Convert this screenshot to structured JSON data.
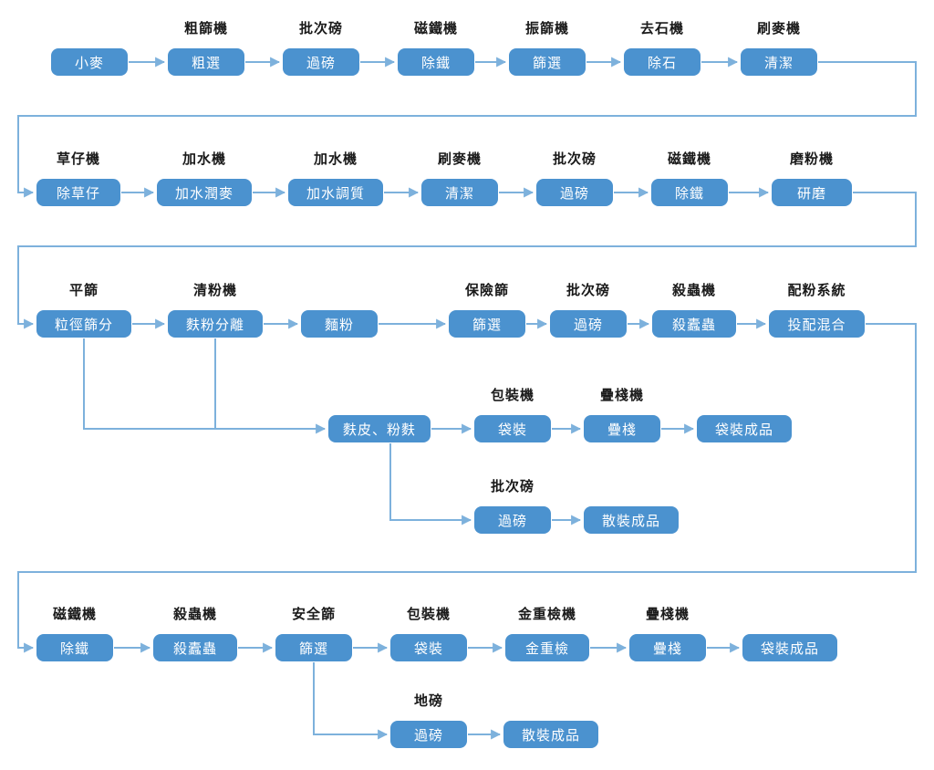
{
  "colors": {
    "box-bg": "#4b92cf",
    "box-text": "#ffffff",
    "label-text": "#1a1a1a",
    "arrow": "#7db1dc",
    "page-bg": "#ffffff"
  },
  "flow": {
    "row1": {
      "wheat": {
        "box": "小麥"
      },
      "coarse_sieve": {
        "machine": "粗篩機",
        "box": "粗選"
      },
      "batch_scale": {
        "machine": "批次磅",
        "box": "過磅"
      },
      "magnet": {
        "machine": "磁鐵機",
        "box": "除鐵"
      },
      "vibrating_sieve": {
        "machine": "振篩機",
        "box": "篩選"
      },
      "destoner": {
        "machine": "去石機",
        "box": "除石"
      },
      "wheat_brush": {
        "machine": "刷麥機",
        "box": "清潔"
      }
    },
    "row2": {
      "seed_separator": {
        "machine": "草仔機",
        "box": "除草仔"
      },
      "dampener1": {
        "machine": "加水機",
        "box": "加水潤麥"
      },
      "dampener2": {
        "machine": "加水機",
        "box": "加水調質"
      },
      "wheat_brush": {
        "machine": "刷麥機",
        "box": "清潔"
      },
      "batch_scale": {
        "machine": "批次磅",
        "box": "過磅"
      },
      "magnet": {
        "machine": "磁鐵機",
        "box": "除鐵"
      },
      "mill": {
        "machine": "磨粉機",
        "box": "研磨"
      }
    },
    "row3": {
      "plansifter": {
        "machine": "平篩",
        "box": "粒徑篩分"
      },
      "purifier": {
        "machine": "清粉機",
        "box": "麩粉分離"
      },
      "flour": {
        "box": "麵粉"
      },
      "insurance_sieve": {
        "machine": "保險篩",
        "box": "篩選"
      },
      "batch_scale": {
        "machine": "批次磅",
        "box": "過磅"
      },
      "insect_killer": {
        "machine": "殺蟲機",
        "box": "殺蠹蟲"
      },
      "blending_system": {
        "machine": "配粉系統",
        "box": "投配混合"
      }
    },
    "bran_branch": {
      "bran": {
        "box": "麩皮、粉麩"
      },
      "packer": {
        "machine": "包裝機",
        "box": "袋裝"
      },
      "stacker": {
        "machine": "疊棧機",
        "box": "疊棧"
      },
      "bagged_product": {
        "box": "袋裝成品"
      }
    },
    "bran_bulk_branch": {
      "batch_scale": {
        "machine": "批次磅",
        "box": "過磅"
      },
      "bulk_product": {
        "box": "散裝成品"
      }
    },
    "row4": {
      "magnet": {
        "machine": "磁鐵機",
        "box": "除鐵"
      },
      "insect_killer": {
        "machine": "殺蟲機",
        "box": "殺蠹蟲"
      },
      "safety_sieve": {
        "machine": "安全篩",
        "box": "篩選"
      },
      "packer": {
        "machine": "包裝機",
        "box": "袋裝"
      },
      "metal_weight_check": {
        "machine": "金重檢機",
        "box": "金重檢"
      },
      "stacker": {
        "machine": "疊棧機",
        "box": "疊棧"
      },
      "bagged_product": {
        "box": "袋裝成品"
      }
    },
    "bulk_branch": {
      "weighbridge": {
        "machine": "地磅",
        "box": "過磅"
      },
      "bulk_product": {
        "box": "散裝成品"
      }
    }
  }
}
